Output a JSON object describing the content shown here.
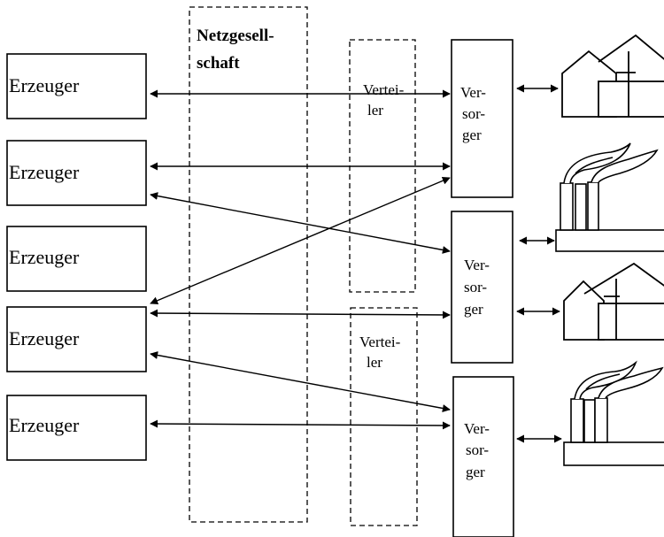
{
  "netzgesellschaft": {
    "line1": "Netzgesell-",
    "line2": "schaft"
  },
  "erzeuger": [
    "Erzeuger",
    "Erzeuger",
    "Erzeuger",
    "Erzeuger",
    "Erzeuger"
  ],
  "verteiler": [
    {
      "line1": "Vertei-",
      "line2": "ler"
    },
    {
      "line1": "Vertei-",
      "line2": "ler"
    }
  ],
  "versorger": [
    {
      "line1": "Ver-",
      "line2": "sor-",
      "line3": "ger"
    },
    {
      "line1": "Ver-",
      "line2": "sor-",
      "line3": "ger"
    },
    {
      "line1": "Ver-",
      "line2": "sor-",
      "line3": "ger"
    }
  ],
  "consumer_icons": [
    "house-icon",
    "factory-icon",
    "house-icon",
    "factory-icon"
  ]
}
